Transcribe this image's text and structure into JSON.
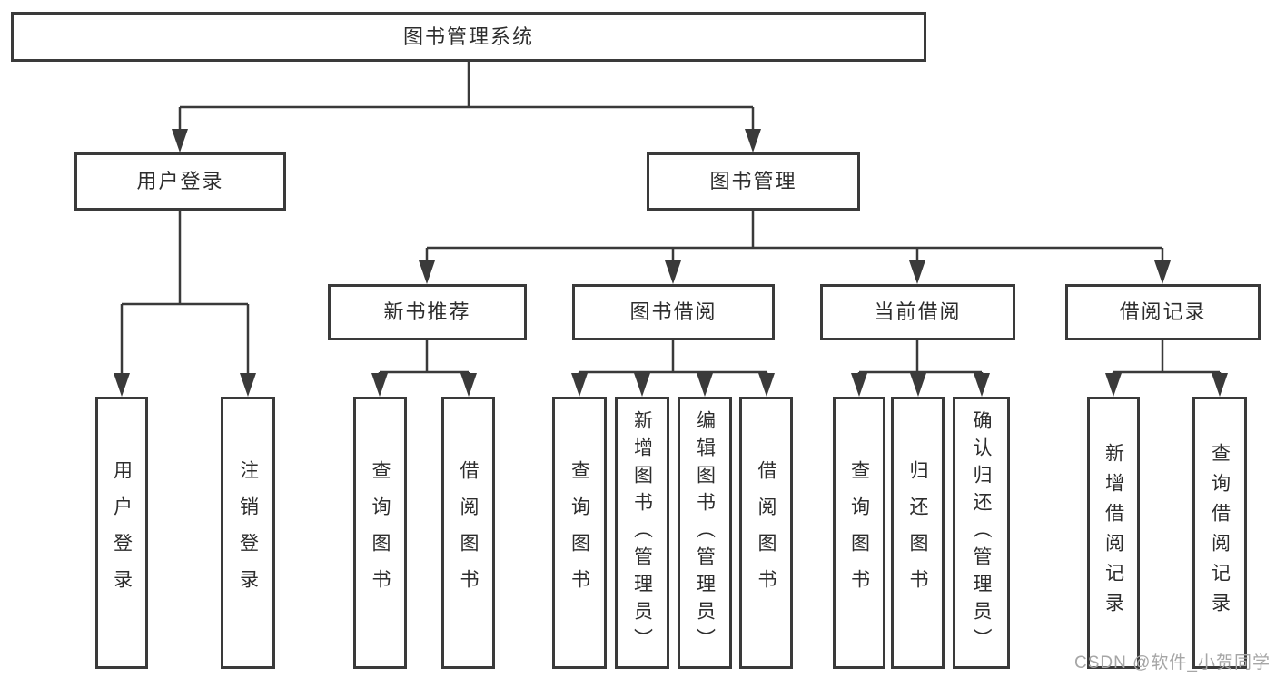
{
  "watermark": "CSDN @软件_小贺同学",
  "tree": {
    "root": {
      "label": "图书管理系统"
    },
    "branches": [
      {
        "label": "用户登录",
        "children": [
          {
            "label": "用户登录"
          },
          {
            "label": "注销登录"
          }
        ]
      },
      {
        "label": "图书管理",
        "groups": [
          {
            "label": "新书推荐",
            "children": [
              {
                "label": "查询图书"
              },
              {
                "label": "借阅图书"
              }
            ]
          },
          {
            "label": "图书借阅",
            "children": [
              {
                "label": "查询图书"
              },
              {
                "label": "新增图书（管理员）"
              },
              {
                "label": "编辑图书（管理员）"
              },
              {
                "label": "借阅图书"
              }
            ]
          },
          {
            "label": "当前借阅",
            "children": [
              {
                "label": "查询图书"
              },
              {
                "label": "归还图书"
              },
              {
                "label": "确认归还（管理员）"
              }
            ]
          },
          {
            "label": "借阅记录",
            "children": [
              {
                "label": "新增借阅记录"
              },
              {
                "label": "查询借阅记录"
              }
            ]
          }
        ]
      }
    ]
  }
}
